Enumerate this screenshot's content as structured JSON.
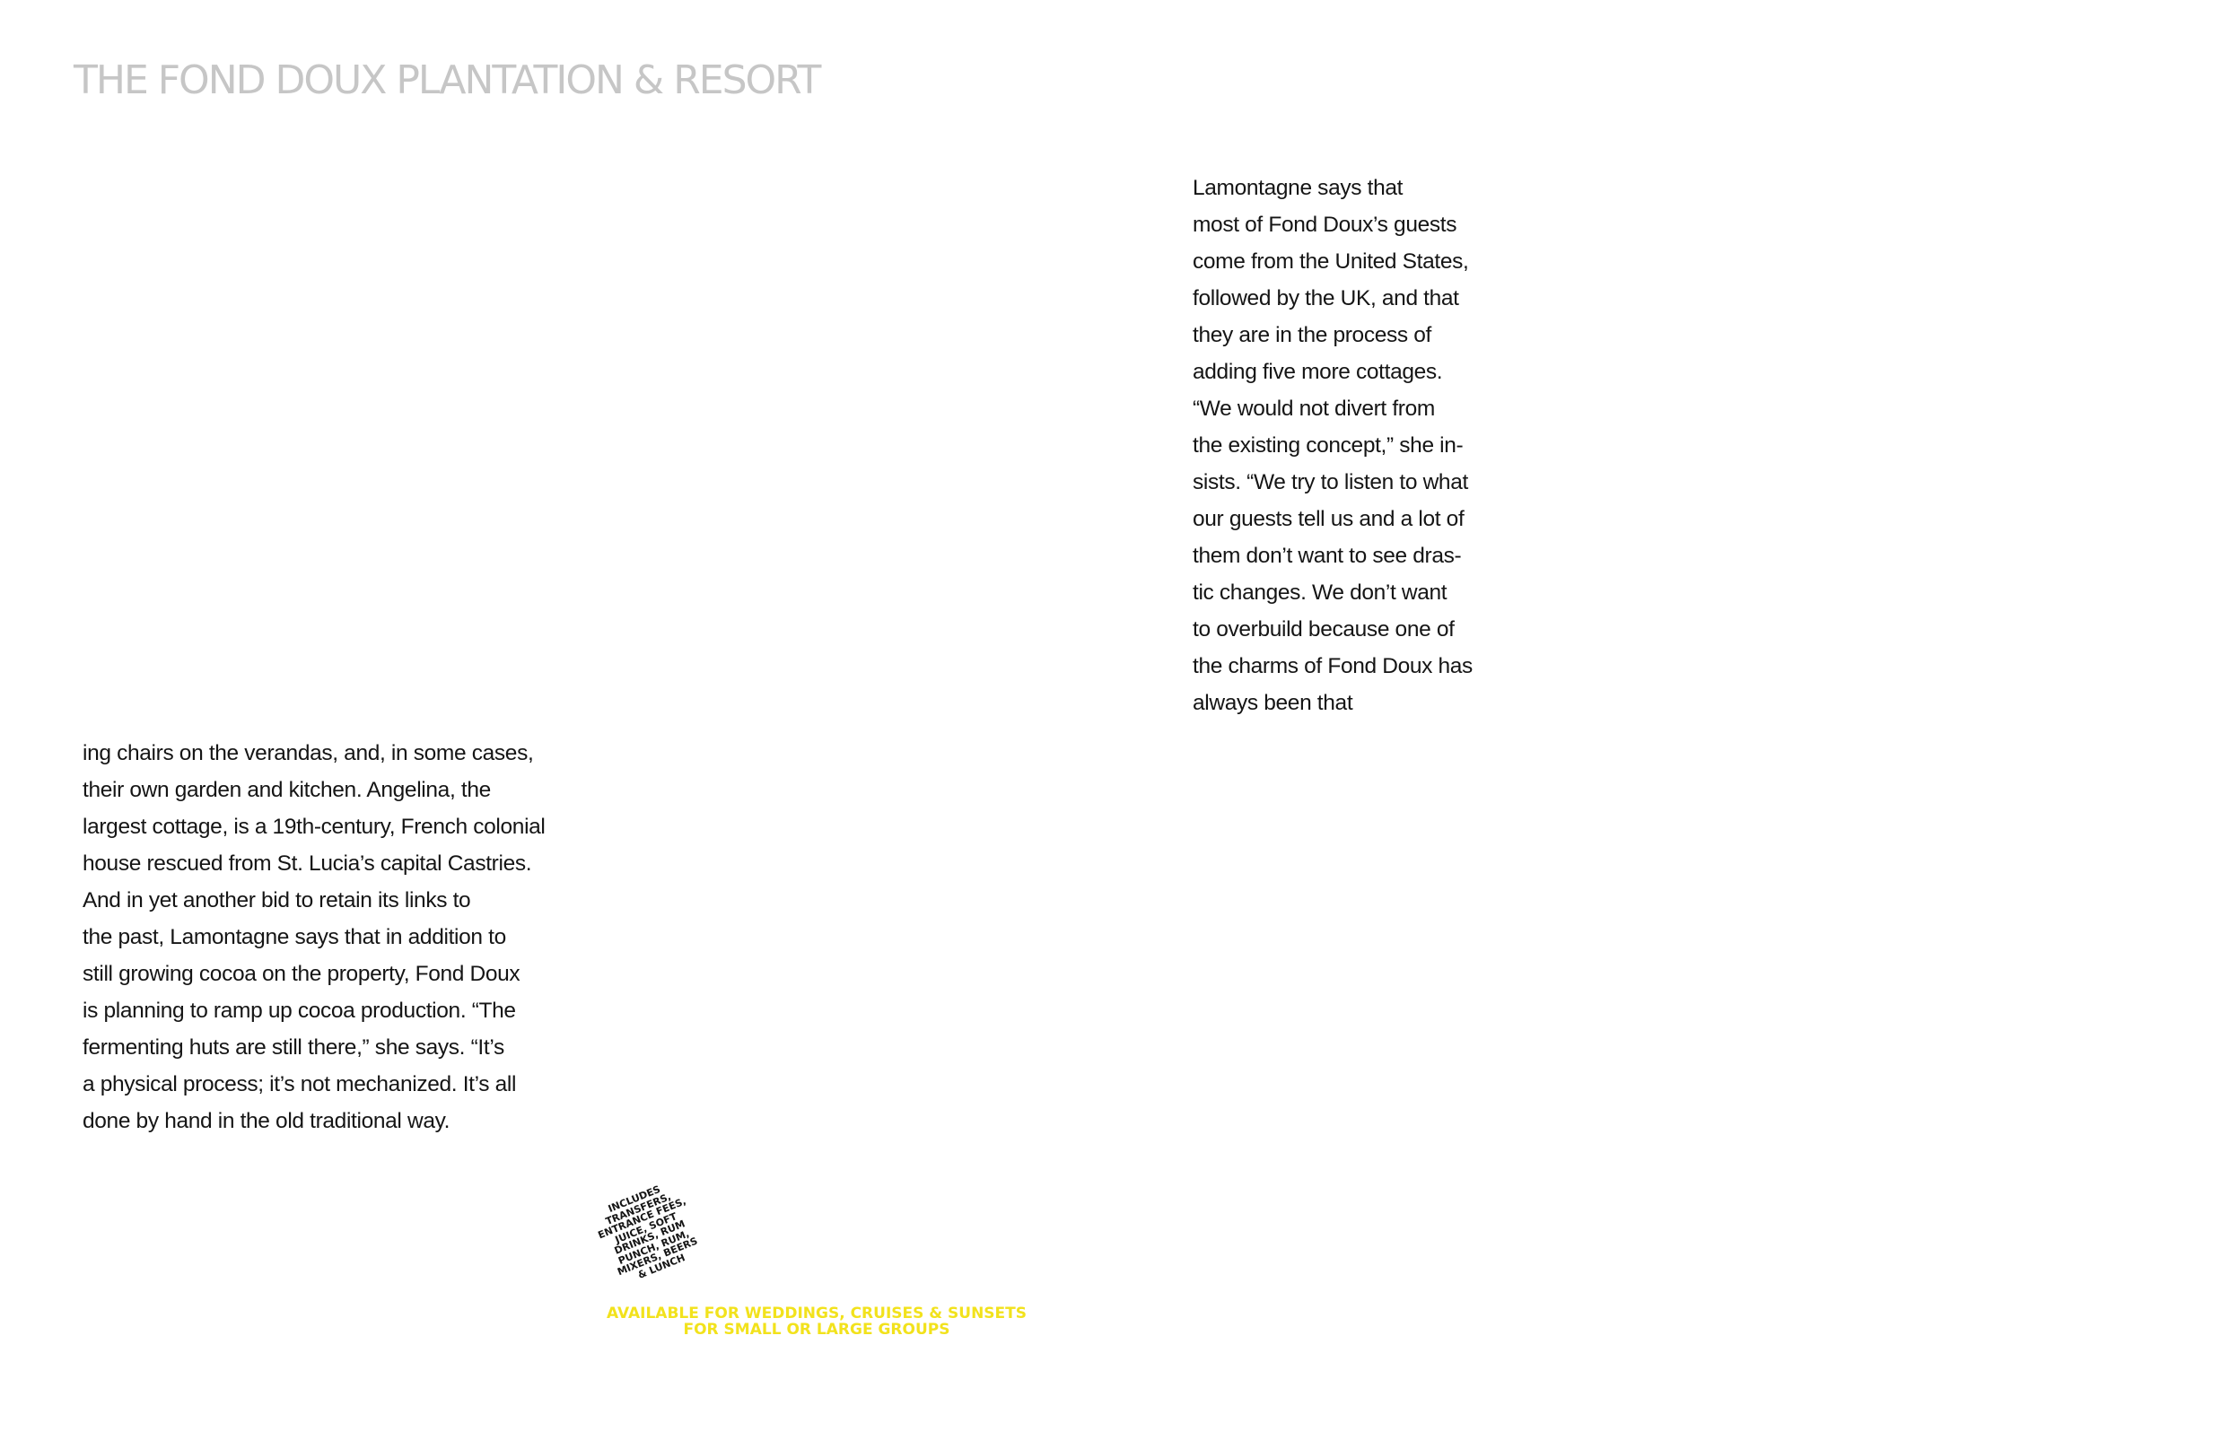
{
  "header": {
    "title": "THE FOND DOUX PLANTATION & RESORT"
  },
  "article": {
    "right_column": [
      "   Lamontagne says that",
      "most of Fond Doux’s guests",
      "come from the United States,",
      "followed by the UK, and that",
      "they  are in the process of",
      "adding five more cottages.",
      "“We would not divert from",
      "the existing concept,” she in-",
      "sists. “We try to listen to what",
      "our guests tell us and a lot of",
      "them don’t want to see dras-",
      "tic changes. We don’t want",
      "to overbuild because one of",
      "the charms of Fond Doux has",
      "always been that"
    ],
    "left_column": [
      "ing chairs on the verandas, and, in some cases,",
      "their own garden and kitchen. Angelina, the",
      "largest cottage, is a 19th-century, French colonial",
      "house rescued from St. Lucia’s capital Castries.",
      "   And in yet another bid to retain its links to",
      "the past, Lamontagne says that in addition to",
      "still growing cocoa on the property, Fond Doux",
      "is planning to ramp up cocoa production. “The",
      "fermenting huts are still there,” she says. “It’s",
      "a physical process; it’s not mechanized. It’s all",
      "done by hand in the old traditional way."
    ]
  },
  "ad": {
    "stamp_lines": [
      "INCLUDES",
      "TRANSFERS,",
      "ENTRANCE FEES,",
      "JUICE, SOFT",
      "DRINKS, RUM",
      "PUNCH, RUM,",
      "MIXERS, BEERS",
      "& LUNCH"
    ],
    "promo_line_1": "AVAILABLE FOR WEDDINGS, CRUISES & SUNSETS",
    "promo_line_2": "FOR SMALL OR LARGE GROUPS"
  }
}
